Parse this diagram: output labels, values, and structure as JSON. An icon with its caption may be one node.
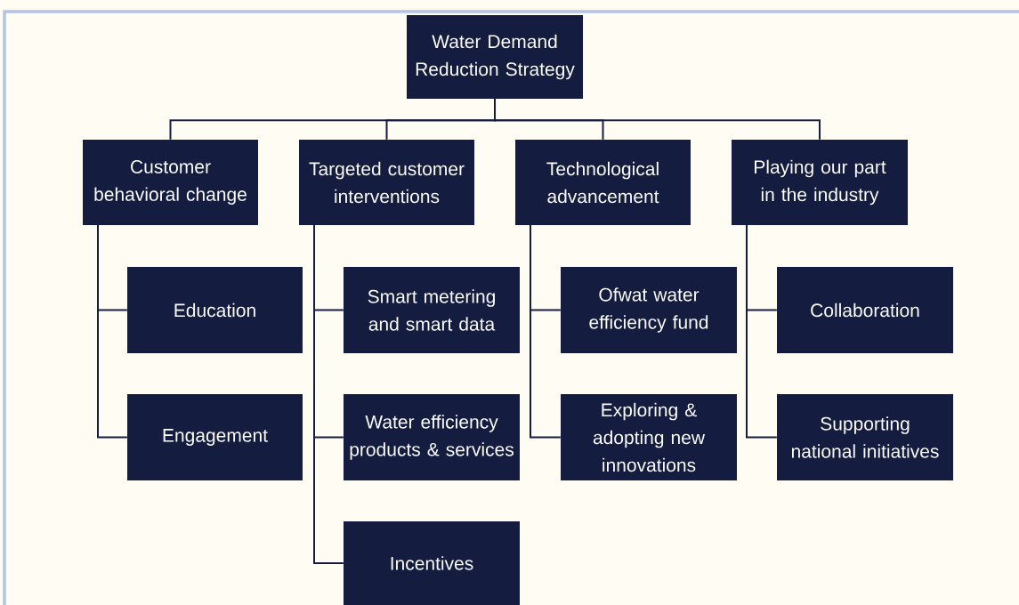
{
  "diagram": {
    "nodes": [
      {
        "text": [
          "Water Demand Reduction Strategy"
        ]
      },
      {
        "text": [
          "Customer behavioral change"
        ]
      },
      {
        "text": [
          "Targeted customer interventions"
        ]
      },
      {
        "text": [
          "Technological advancement"
        ]
      },
      {
        "text": [
          "Playing our part in the industry"
        ]
      },
      {
        "text": [
          "Education"
        ]
      },
      {
        "text": [
          "Engagement"
        ]
      },
      {
        "text": [
          "Smart metering and smart data"
        ]
      },
      {
        "text": [
          "Water efficiency products & services"
        ]
      },
      {
        "text": [
          "Incentives"
        ]
      },
      {
        "text": [
          "Ofwat water efficiency fund"
        ]
      },
      {
        "text": [
          "Exploring & adopting new innovations"
        ]
      },
      {
        "text": [
          "Collaboration"
        ]
      },
      {
        "text": [
          "Supporting national initiatives"
        ]
      }
    ],
    "edges": [
      {
        "from": 0,
        "to": 1,
        "arrow": "none"
      },
      {
        "from": 0,
        "to": 2,
        "arrow": "none"
      },
      {
        "from": 0,
        "to": 3,
        "arrow": "none"
      },
      {
        "from": 0,
        "to": 4,
        "arrow": "none"
      },
      {
        "from": 1,
        "to": 5,
        "arrow": "none"
      },
      {
        "from": 1,
        "to": 6,
        "arrow": "none"
      },
      {
        "from": 2,
        "to": 7,
        "arrow": "none"
      },
      {
        "from": 2,
        "to": 8,
        "arrow": "none"
      },
      {
        "from": 2,
        "to": 9,
        "arrow": "none"
      },
      {
        "from": 3,
        "to": 10,
        "arrow": "none"
      },
      {
        "from": 3,
        "to": 11,
        "arrow": "none"
      },
      {
        "from": 4,
        "to": 12,
        "arrow": "none"
      },
      {
        "from": 4,
        "to": 13,
        "arrow": "none"
      }
    ]
  }
}
